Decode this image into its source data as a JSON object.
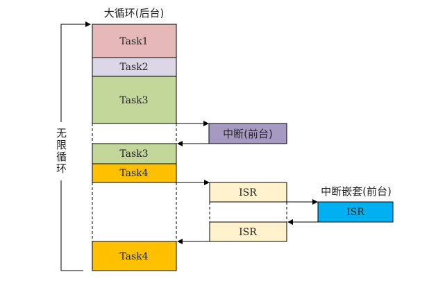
{
  "title": "大循环(后台)",
  "loop_label": "无限循环",
  "nested_title": "中断嵌套(前台)",
  "blocks": {
    "task1": "Task1",
    "task2": "Task2",
    "task3a": "Task3",
    "interrupt": "中断(前台)",
    "task3b": "Task3",
    "task4a": "Task4",
    "isr1": "ISR",
    "isr_nested": "ISR",
    "isr2": "ISR",
    "task4b": "Task4"
  },
  "colors": {
    "task1": "#e6b8b7",
    "task2": "#dcd6e6",
    "task3": "#c4d79b",
    "task4": "#ffc000",
    "interrupt": "#a69ac3",
    "isr": "#fff2cc",
    "isr_nested": "#00b0f0"
  }
}
